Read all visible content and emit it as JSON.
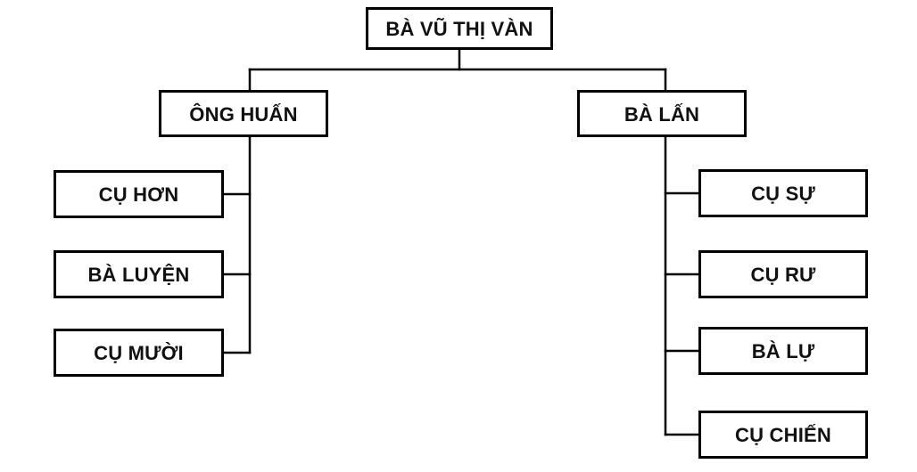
{
  "diagram": {
    "type": "family-tree",
    "root": {
      "label": "BÀ VŨ THỊ VÀN"
    },
    "branches": [
      {
        "parent": {
          "label": "ÔNG HUẤN"
        },
        "children": [
          {
            "label": "CỤ HƠN"
          },
          {
            "label": "BÀ LUYỆN"
          },
          {
            "label": "CỤ MƯỜI"
          }
        ]
      },
      {
        "parent": {
          "label": "BÀ LẤN"
        },
        "children": [
          {
            "label": "CỤ SỰ"
          },
          {
            "label": "CỤ RƯ"
          },
          {
            "label": "BÀ LỰ"
          },
          {
            "label": "CỤ CHIẾN"
          }
        ]
      }
    ],
    "colors": {
      "line": "#000000",
      "box_border": "#000000",
      "text": "#111111",
      "background": "#ffffff"
    }
  }
}
